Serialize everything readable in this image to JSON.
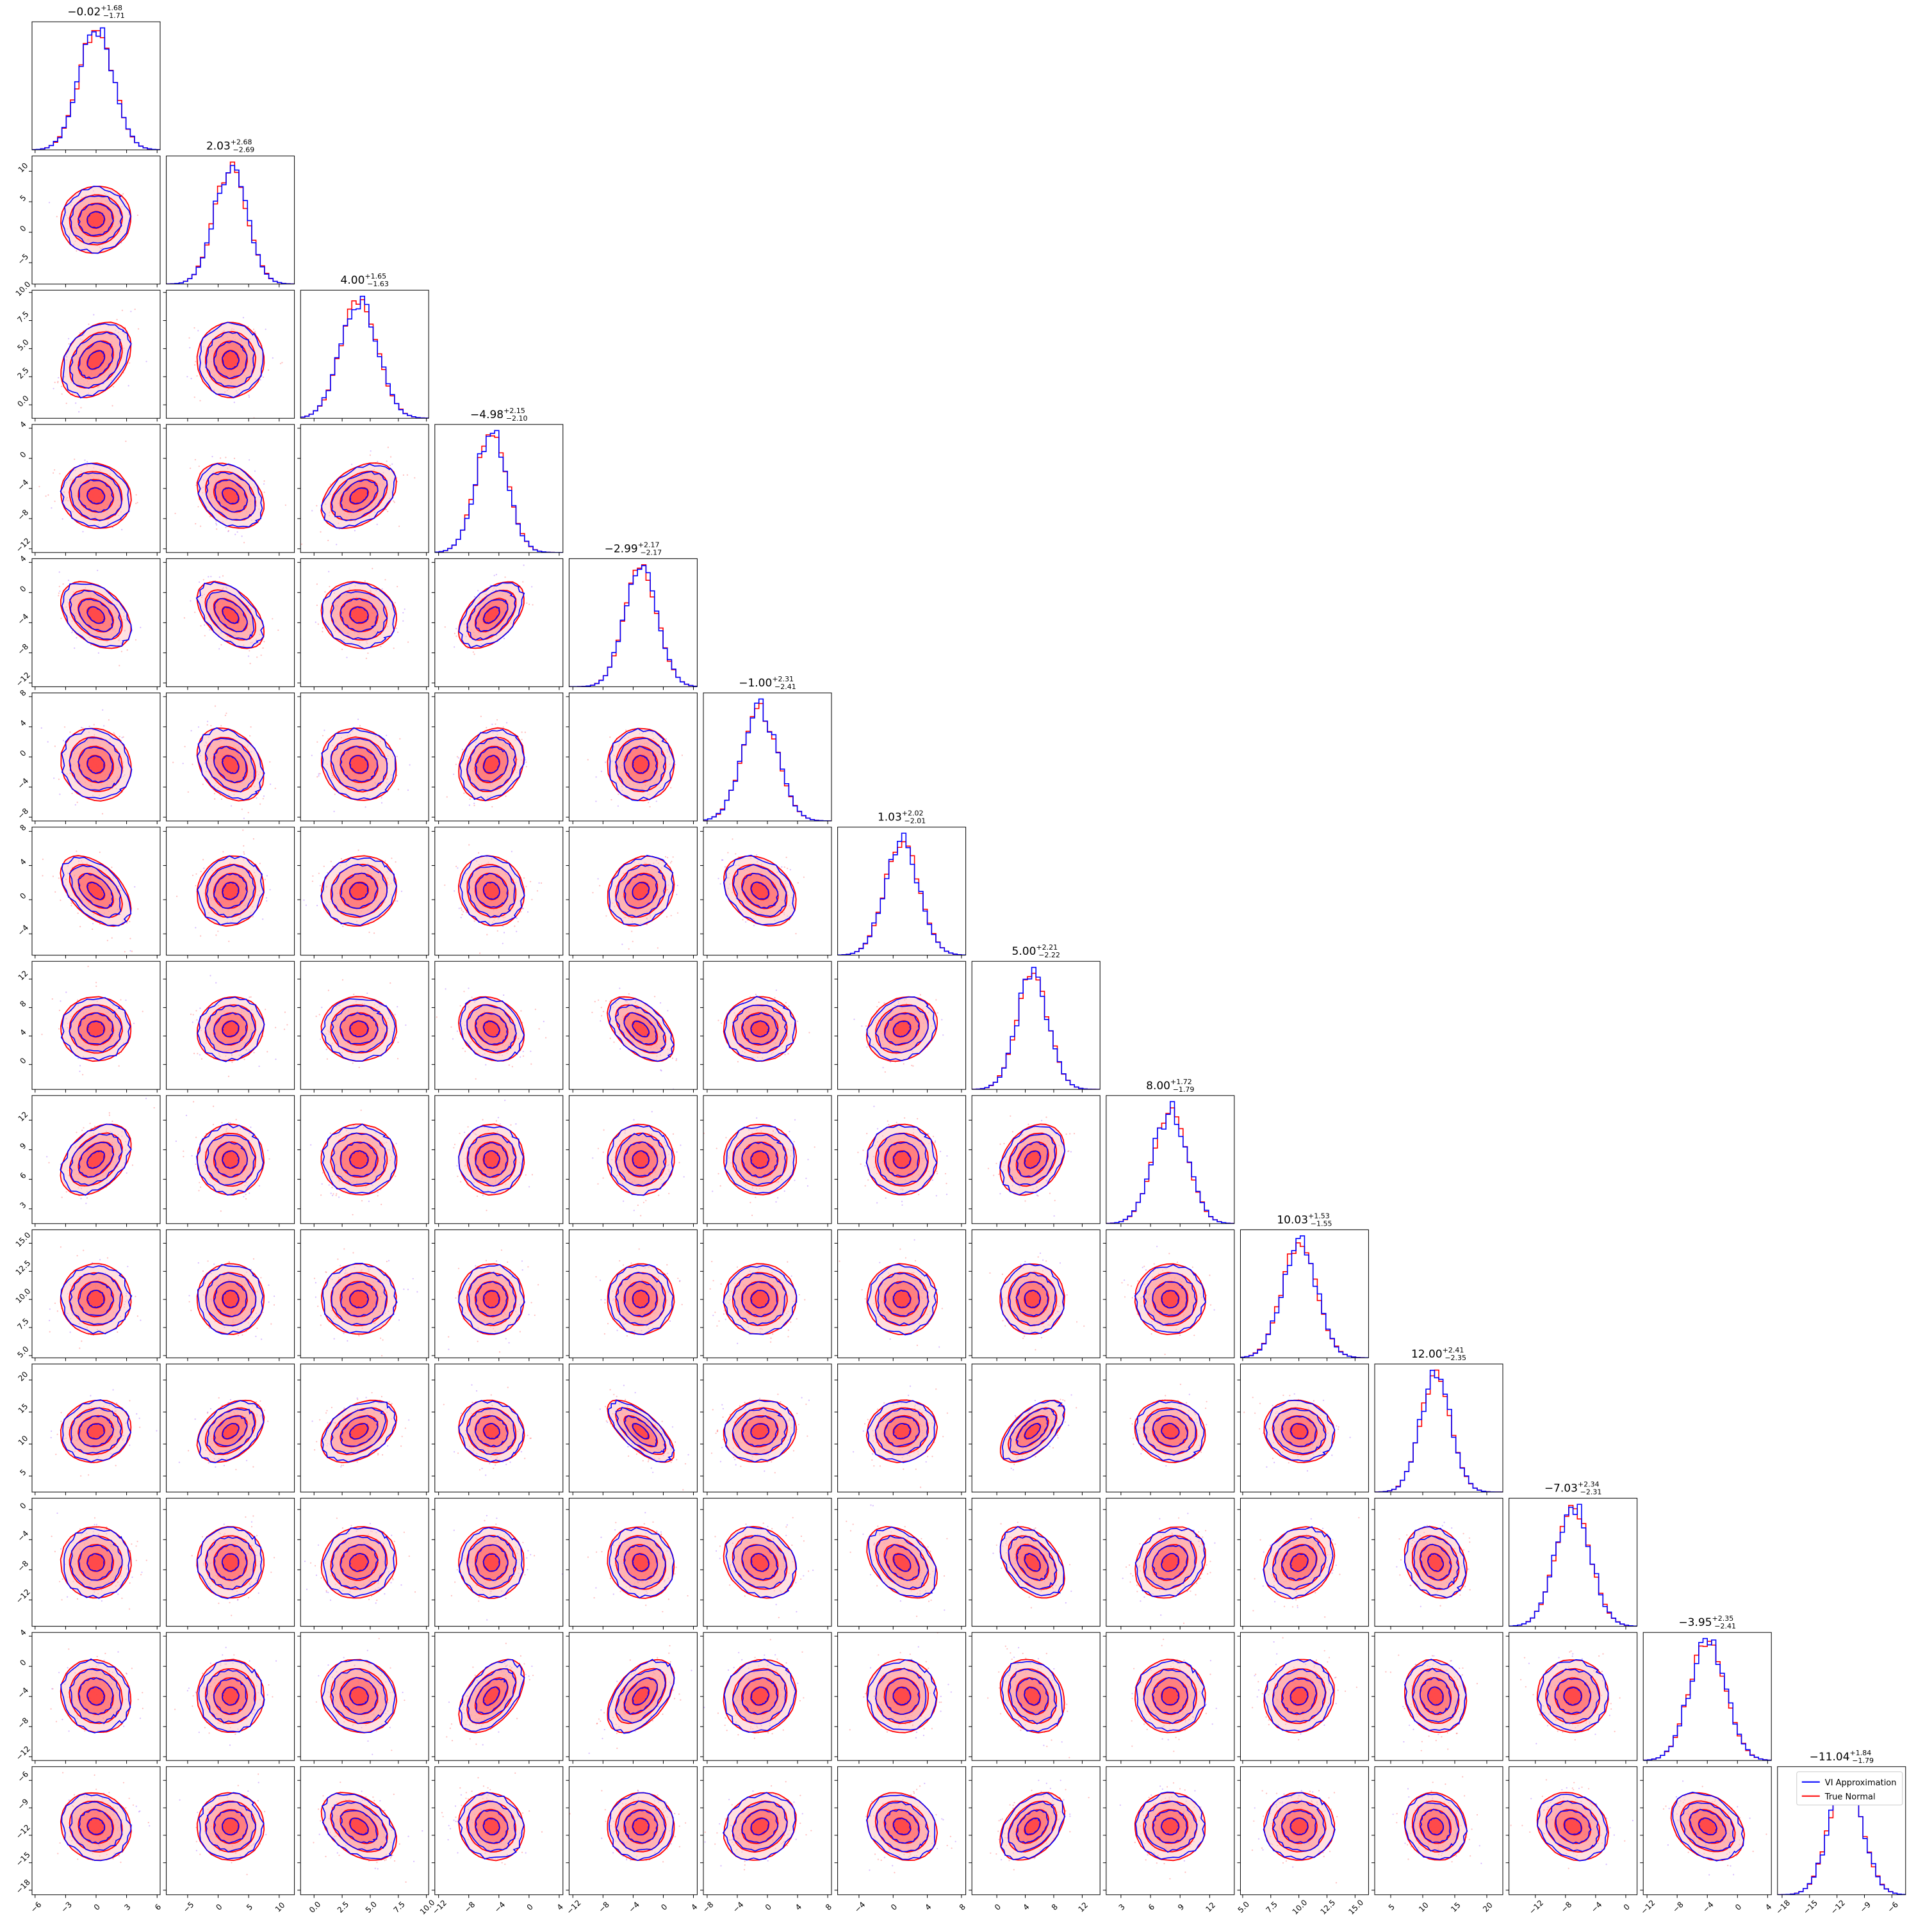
{
  "chart_data": {
    "type": "corner",
    "n_params": 14,
    "series": [
      {
        "name": "VI Approximation",
        "color": "#0000ff"
      },
      {
        "name": "True Normal",
        "color": "#ff0000"
      }
    ],
    "legend": {
      "placement": "inside last diagonal panel, top-right",
      "entries": [
        "VI Approximation",
        "True Normal"
      ]
    },
    "params": [
      {
        "median": -0.02,
        "plus": 1.68,
        "minus": 1.71,
        "range": [
          -6.3,
          6.3
        ],
        "ticks": [
          -6,
          -3,
          0,
          3,
          6
        ],
        "tick_labels": [
          "−6",
          "−3",
          "0",
          "3",
          "6"
        ]
      },
      {
        "median": 2.03,
        "plus": 2.68,
        "minus": 2.69,
        "range": [
          -8.5,
          12.5
        ],
        "ticks": [
          -5,
          0,
          5,
          10
        ],
        "tick_labels": [
          "−5",
          "0",
          "5",
          "10"
        ]
      },
      {
        "median": 4.0,
        "plus": 1.65,
        "minus": 1.63,
        "range": [
          -1.2,
          10.2
        ],
        "ticks": [
          0,
          2.5,
          5,
          7.5,
          10
        ],
        "tick_labels": [
          "0.0",
          "2.5",
          "5.0",
          "7.5",
          "10.0"
        ]
      },
      {
        "median": -4.98,
        "plus": 2.15,
        "minus": 2.1,
        "range": [
          -12.5,
          4.5
        ],
        "ticks": [
          -12,
          -8,
          -4,
          0,
          4
        ],
        "tick_labels": [
          "−12",
          "−8",
          "−4",
          "0",
          "4"
        ]
      },
      {
        "median": -2.99,
        "plus": 2.17,
        "minus": 2.17,
        "range": [
          -12.5,
          4.5
        ],
        "ticks": [
          -12,
          -8,
          -4,
          0,
          4
        ],
        "tick_labels": [
          "−12",
          "−8",
          "−4",
          "0",
          "4"
        ]
      },
      {
        "median": -1.0,
        "plus": 2.31,
        "minus": 2.41,
        "range": [
          -8.5,
          8.5
        ],
        "ticks": [
          -8,
          -4,
          0,
          4,
          8
        ],
        "tick_labels": [
          "−8",
          "−4",
          "0",
          "4",
          "8"
        ]
      },
      {
        "median": 1.03,
        "plus": 2.02,
        "minus": 2.01,
        "range": [
          -6.5,
          8.5
        ],
        "ticks": [
          -4,
          0,
          4,
          8
        ],
        "tick_labels": [
          "−4",
          "0",
          "4",
          "8"
        ]
      },
      {
        "median": 5.0,
        "plus": 2.21,
        "minus": 2.22,
        "range": [
          -3.5,
          14.5
        ],
        "ticks": [
          0,
          4,
          8,
          12
        ],
        "tick_labels": [
          "0",
          "4",
          "8",
          "12"
        ]
      },
      {
        "median": 8.0,
        "plus": 1.72,
        "minus": 1.79,
        "range": [
          1.5,
          14.5
        ],
        "ticks": [
          3,
          6,
          9,
          12
        ],
        "tick_labels": [
          "3",
          "6",
          "9",
          "12"
        ]
      },
      {
        "median": 10.03,
        "plus": 1.53,
        "minus": 1.55,
        "range": [
          4.8,
          16.2
        ],
        "ticks": [
          5,
          7.5,
          10,
          12.5,
          15
        ],
        "tick_labels": [
          "5.0",
          "7.5",
          "10.0",
          "12.5",
          "15.0"
        ]
      },
      {
        "median": 12.0,
        "plus": 2.41,
        "minus": 2.35,
        "range": [
          2.5,
          22.5
        ],
        "ticks": [
          5,
          10,
          15,
          20
        ],
        "tick_labels": [
          "5",
          "10",
          "15",
          "20"
        ]
      },
      {
        "median": -7.03,
        "plus": 2.34,
        "minus": 2.31,
        "range": [
          -15.5,
          1.5
        ],
        "ticks": [
          -12,
          -8,
          -4,
          0
        ],
        "tick_labels": [
          "−12",
          "−8",
          "−4",
          "0"
        ]
      },
      {
        "median": -3.95,
        "plus": 2.35,
        "minus": 2.41,
        "range": [
          -12.5,
          4.5
        ],
        "ticks": [
          -12,
          -8,
          -4,
          0,
          4
        ],
        "tick_labels": [
          "−12",
          "−8",
          "−4",
          "0",
          "4"
        ]
      },
      {
        "median": -11.04,
        "plus": 1.84,
        "minus": 1.79,
        "range": [
          -18.5,
          -4.5
        ],
        "ticks": [
          -18,
          -15,
          -12,
          -9,
          -6
        ],
        "tick_labels": [
          "−18",
          "−15",
          "−12",
          "−9",
          "−6"
        ]
      }
    ],
    "correlations": {
      "1-0": 0.05,
      "2-0": 0.35,
      "2-1": 0.0,
      "3-0": -0.1,
      "3-1": -0.3,
      "3-2": 0.4,
      "4-0": -0.4,
      "4-1": -0.5,
      "4-2": -0.1,
      "4-3": 0.5,
      "5-0": -0.1,
      "5-1": -0.3,
      "5-2": -0.1,
      "5-3": 0.2,
      "5-4": 0.0,
      "6-0": -0.5,
      "6-1": 0.1,
      "6-2": 0.1,
      "6-3": -0.1,
      "6-4": 0.2,
      "6-5": -0.3,
      "7-0": 0.0,
      "7-1": 0.1,
      "7-2": 0.0,
      "7-3": -0.2,
      "7-4": -0.5,
      "7-5": 0.0,
      "7-6": 0.2,
      "8-0": 0.4,
      "8-1": 0.0,
      "8-2": 0.0,
      "8-3": 0.0,
      "8-4": 0.0,
      "8-5": 0.0,
      "8-6": 0.0,
      "8-7": 0.3,
      "9-0": 0.0,
      "9-1": 0.0,
      "9-2": 0.0,
      "9-3": 0.0,
      "9-4": 0.0,
      "9-5": 0.0,
      "9-6": 0.0,
      "9-7": 0.0,
      "9-8": 0.0,
      "10-0": 0.1,
      "10-1": 0.4,
      "10-2": 0.4,
      "10-3": -0.1,
      "10-4": -0.7,
      "10-5": 0.1,
      "10-6": 0.1,
      "10-7": 0.6,
      "10-8": -0.1,
      "10-9": -0.1,
      "11-0": 0.0,
      "11-1": 0.0,
      "11-2": 0.1,
      "11-3": 0.0,
      "11-4": -0.1,
      "11-5": -0.2,
      "11-6": -0.4,
      "11-7": -0.4,
      "11-8": 0.2,
      "11-9": 0.2,
      "11-10": -0.2,
      "12-0": -0.1,
      "12-1": 0.0,
      "12-2": -0.1,
      "12-3": 0.5,
      "12-4": 0.5,
      "12-5": 0.1,
      "12-6": 0.0,
      "12-7": -0.2,
      "12-8": 0.0,
      "12-9": 0.1,
      "12-10": -0.1,
      "12-11": 0.0,
      "13-0": -0.1,
      "13-1": 0.0,
      "13-2": -0.4,
      "13-3": -0.1,
      "13-4": 0.0,
      "13-5": 0.2,
      "13-6": -0.2,
      "13-7": 0.4,
      "13-8": 0.0,
      "13-9": 0.0,
      "13-10": -0.1,
      "13-11": -0.2,
      "13-12": -0.3
    }
  }
}
